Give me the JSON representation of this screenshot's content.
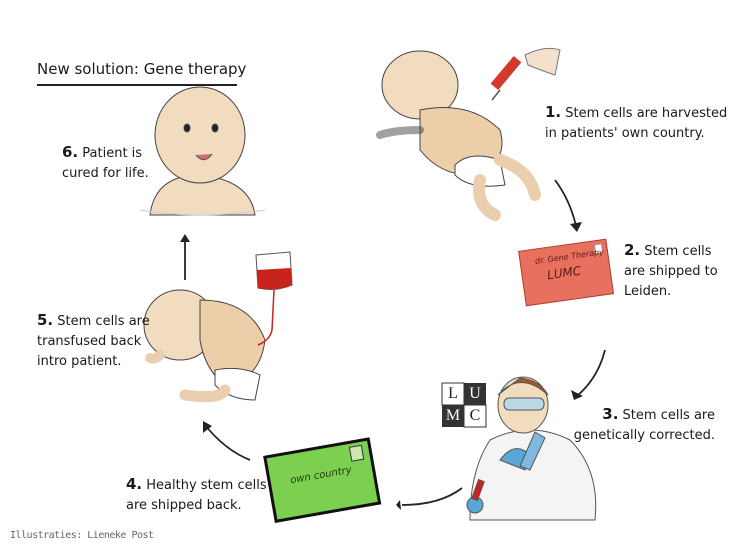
{
  "title": "New solution: Gene therapy",
  "steps": [
    {
      "num": "1.",
      "lines": [
        "Stem cells are harvested",
        "in patients' own country."
      ]
    },
    {
      "num": "2.",
      "lines": [
        "Stem cells",
        "are shipped to",
        "Leiden."
      ]
    },
    {
      "num": "3.",
      "lines": [
        "Stem cells are",
        "genetically corrected."
      ]
    },
    {
      "num": "4.",
      "lines": [
        "Healthy stem cells",
        "are shipped back."
      ]
    },
    {
      "num": "5.",
      "lines": [
        "Stem cells are",
        "transfused back",
        "intro patient."
      ]
    },
    {
      "num": "6.",
      "lines": [
        "Patient is",
        "cured for life."
      ]
    }
  ],
  "envelope_red": {
    "line1": "dr. Gene Therapy",
    "line2": "LUMC"
  },
  "envelope_green": {
    "label": "own country"
  },
  "lumc_tiles": [
    "L",
    "U",
    "M",
    "C"
  ],
  "credit": "Illustraties: Lieneke Post",
  "colors": {
    "red_envelope": "#e8705f",
    "green_envelope": "#7ccf4f",
    "skin": "#f2dcc0",
    "blood": "#c8231c"
  }
}
